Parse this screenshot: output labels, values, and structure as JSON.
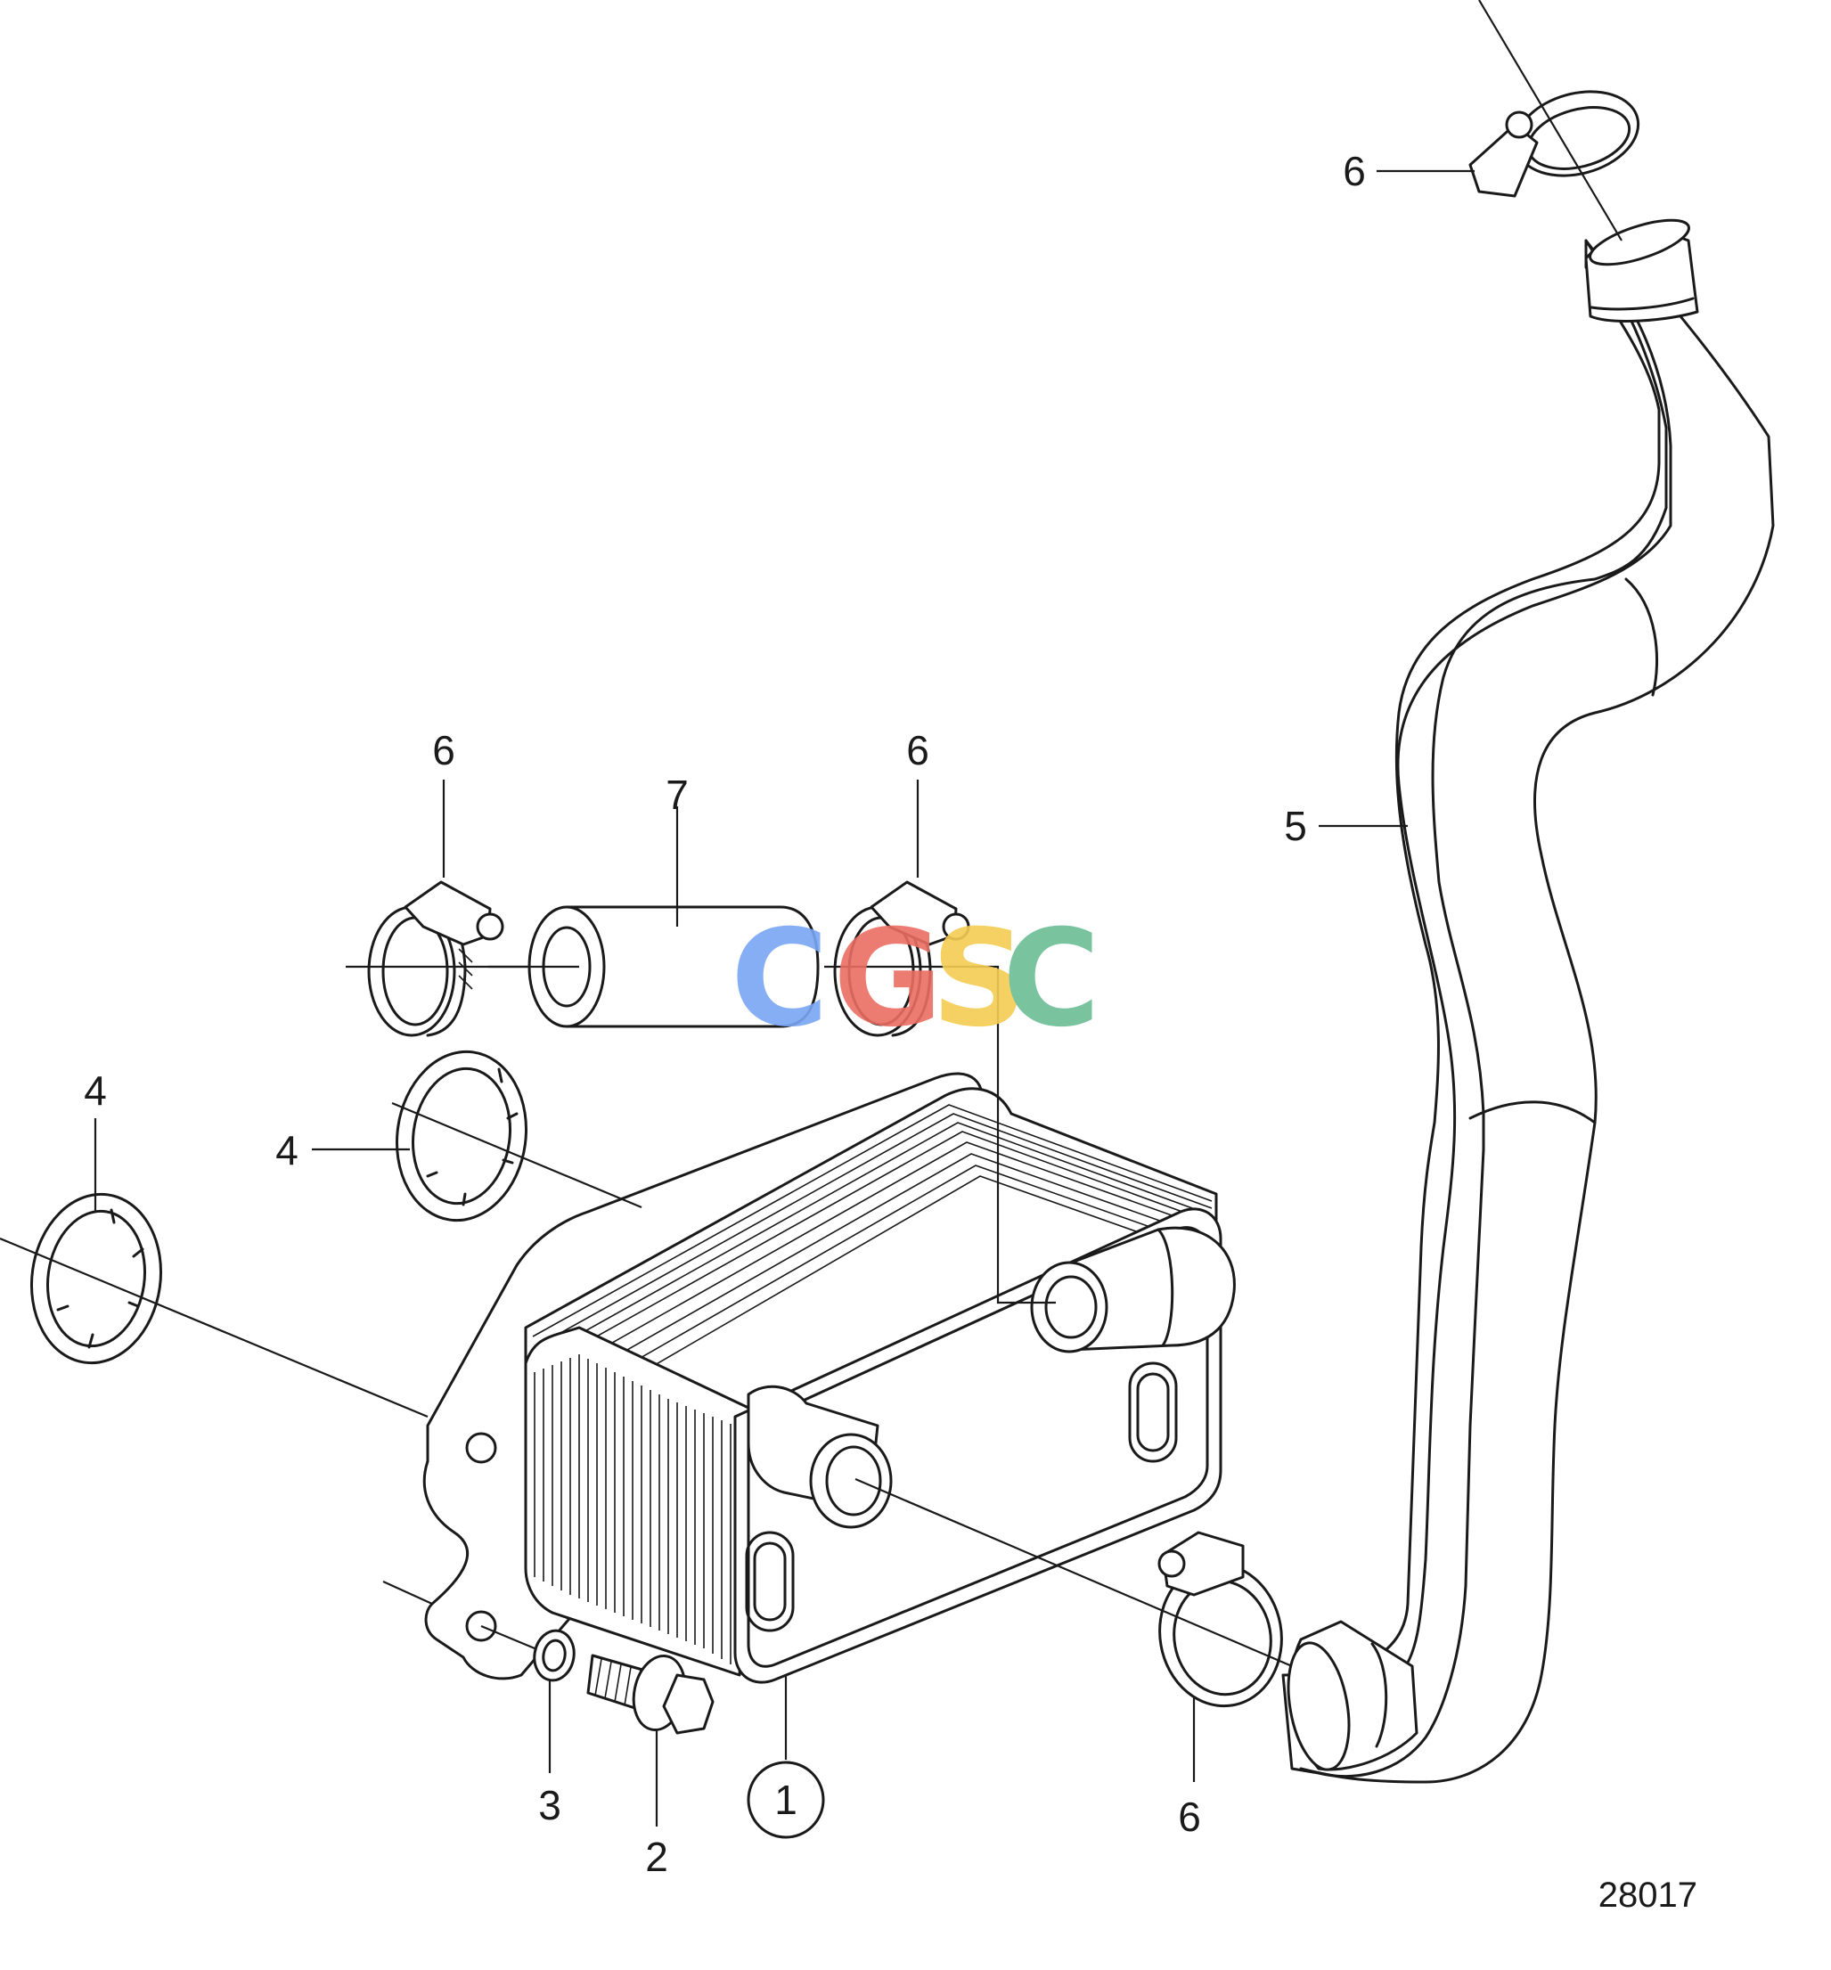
{
  "callouts": {
    "part_1": "1",
    "part_2": "2",
    "part_3": "3",
    "part_4": "4",
    "part_5": "5",
    "part_6": "6",
    "part_7": "7"
  },
  "figure_number": "28017",
  "watermark": {
    "letters": [
      "C",
      "G",
      "S",
      "C"
    ],
    "colors": [
      "#7aa6f5",
      "#ea6e62",
      "#f5cd53",
      "#6bbd95"
    ]
  }
}
